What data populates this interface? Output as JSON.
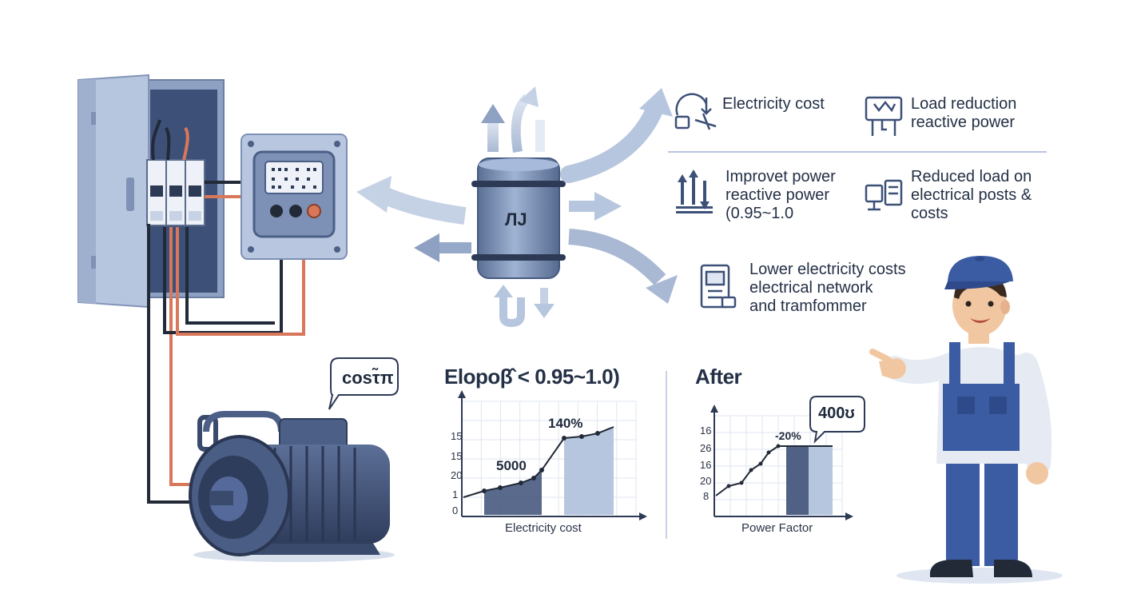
{
  "features": [
    {
      "id": "f1",
      "icon": "cost-gauge-icon",
      "lines": [
        "Electricity cost"
      ]
    },
    {
      "id": "f2",
      "icon": "load-panel-icon",
      "lines": [
        "Load reduction",
        "reactive power"
      ]
    },
    {
      "id": "f3",
      "icon": "power-arrows-icon",
      "lines": [
        "Improvet power",
        "reactive power",
        "(0.95~1.0"
      ]
    },
    {
      "id": "f4",
      "icon": "network-device-icon",
      "lines": [
        "Reduced load on",
        "electrical posts &",
        "costs"
      ]
    },
    {
      "id": "f5",
      "icon": "transformer-meter-icon",
      "lines": [
        "Lower electricity costs",
        "electrical network",
        "and tramfommer"
      ]
    }
  ],
  "capacitor_label": "ЛJ",
  "motor_bubble": "cosτ̃π",
  "before_chart": {
    "heading": "Elopoβ̂ < 0.95~1.0)",
    "xlabel": "Electricity cost",
    "y_ticks": [
      "15",
      "15",
      "20",
      "1",
      "0"
    ],
    "labels": {
      "peak": "140%",
      "mid": "5000"
    }
  },
  "after_chart": {
    "heading": "After",
    "xlabel": "Power Factor",
    "y_ticks": [
      "16",
      "26",
      "16",
      "20",
      "8"
    ],
    "labels": {
      "drop": "-20%",
      "bubble": "400ʊ"
    }
  },
  "colors": {
    "navy": "#3d5078",
    "steel": "#8da3c7",
    "light_steel": "#b7c6df",
    "copper": "#d9775a",
    "arrow": "#a9b9d3",
    "dark": "#222a38"
  }
}
